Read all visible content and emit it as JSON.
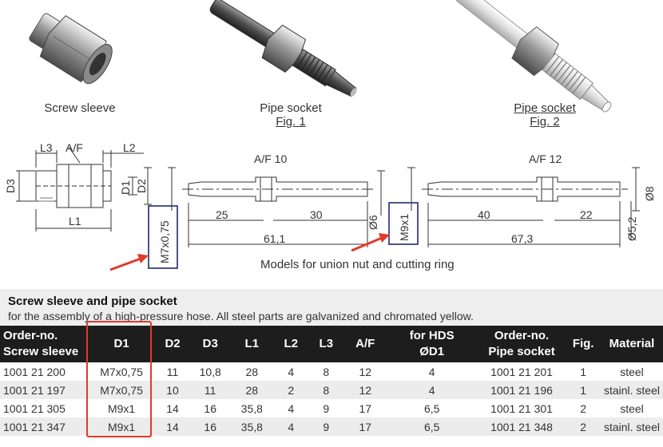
{
  "products": [
    {
      "name": "Screw sleeve",
      "fig": ""
    },
    {
      "name": "Pipe socket",
      "fig": "Fig. 1"
    },
    {
      "name": "Pipe socket",
      "fig": "Fig. 2"
    }
  ],
  "drawing_labels": {
    "l3": "L3",
    "af": "A/F",
    "l2": "L2",
    "d3": "D3",
    "d1": "D1",
    "d2": "D2",
    "l1": "L1",
    "af10": "A/F 10",
    "m7": "M7x0,75",
    "d25": "25",
    "d30": "30",
    "d6": "Ø6",
    "d611": "61,1",
    "af12": "A/F 12",
    "m9": "M9x1",
    "d40": "40",
    "d22": "22",
    "d8": "Ø8",
    "d52": "Ø5,2",
    "d673": "67,3"
  },
  "models_note": "Models for union nut and cutting ring",
  "section": {
    "title": "Screw sleeve and pipe socket",
    "subtitle": "for the assembly of a high-pressure hose. All steel parts are galvanized and chromated yellow."
  },
  "table": {
    "headers": {
      "order_a": "Order-no.",
      "order_b": "Screw sleeve",
      "d1": "D1",
      "d2": "D2",
      "d3": "D3",
      "l1": "L1",
      "l2": "L2",
      "l3": "L3",
      "af": "A/F",
      "hds_a": "for HDS",
      "hds_b": "ØD1",
      "pipe_a": "Order-no.",
      "pipe_b": "Pipe socket",
      "fig": "Fig.",
      "material": "Material"
    },
    "rows": [
      [
        "1001 21 200",
        "M7x0,75",
        "11",
        "10,8",
        "28",
        "4",
        "8",
        "12",
        "4",
        "1001 21 201",
        "1",
        "steel"
      ],
      [
        "1001 21 197",
        "M7x0,75",
        "10",
        "11",
        "28",
        "2",
        "8",
        "12",
        "4",
        "1001 21 196",
        "1",
        "stainl. steel"
      ],
      [
        "1001 21 305",
        "M9x1",
        "14",
        "16",
        "35,8",
        "4",
        "9",
        "17",
        "6,5",
        "1001 21 301",
        "2",
        "steel"
      ],
      [
        "1001 21 347",
        "M9x1",
        "14",
        "16",
        "35,8",
        "4",
        "9",
        "17",
        "6,5",
        "1001 21 348",
        "2",
        "stainl. steel"
      ]
    ]
  },
  "colors": {
    "highlight": "#e03a2b",
    "header_bg": "#1d1d1d",
    "callout_box": "#1f2a6b"
  }
}
